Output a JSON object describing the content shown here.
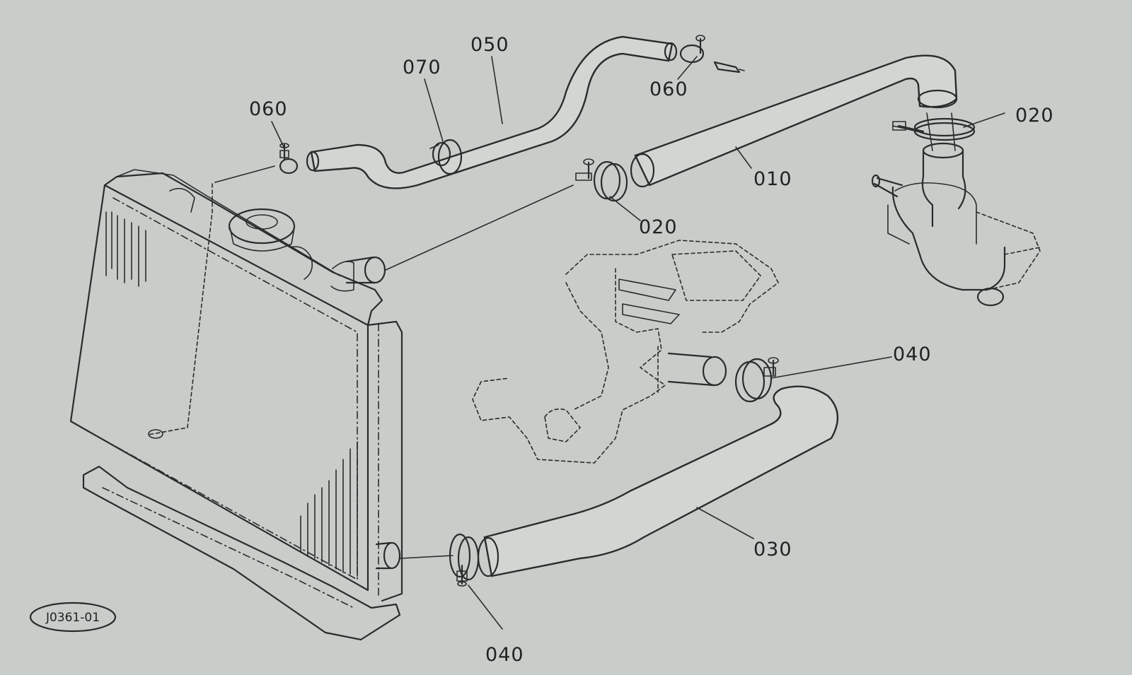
{
  "figure_code": "J0361-01",
  "callouts": {
    "p050": "050",
    "p070": "070",
    "p060_left": "060",
    "p060_right": "060",
    "p020_top": "020",
    "p020_mid": "020",
    "p010": "010",
    "p040_right": "040",
    "p040_bottom": "040",
    "p030": "030"
  },
  "colors": {
    "paper": "#c9cdca",
    "ink": "#2a2c2b"
  }
}
